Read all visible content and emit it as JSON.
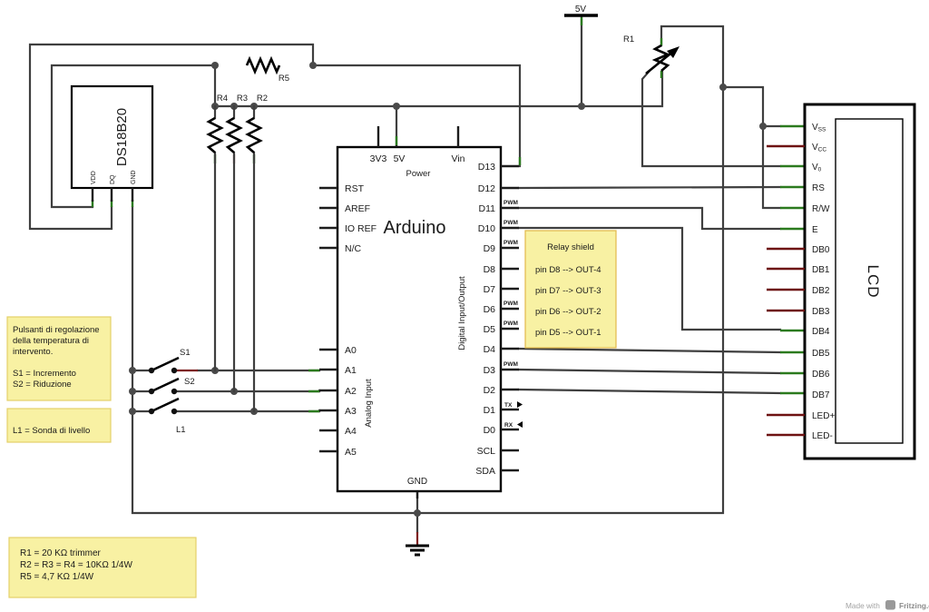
{
  "colors": {
    "wire": "#3f3f3f",
    "stub": "#1c1c1c",
    "green": "#2b7a1e",
    "red": "#6e1212",
    "dot": "#4a4a4a",
    "note_fill": "#f8f1a3",
    "note_border": "#e4d06a",
    "relay_note_border": "#e2b94b",
    "footer_gray": "#a3a3a3"
  },
  "power": {
    "v5_label": "5V"
  },
  "resistors": {
    "r1": "R1",
    "r2": "R2",
    "r3": "R3",
    "r4": "R4",
    "r5": "R5"
  },
  "switches": {
    "s1": "S1",
    "s2": "S2",
    "l1": "L1"
  },
  "ds18b20": {
    "title": "DS18B20",
    "pins": [
      "VDD",
      "DQ",
      "GND"
    ]
  },
  "arduino": {
    "title": "Arduino",
    "power_group": "Power",
    "top_pins": [
      "3V3",
      "5V",
      "Vin"
    ],
    "left_pins": [
      "RST",
      "AREF",
      "IO REF",
      "N/C"
    ],
    "analog_pins": [
      "A0",
      "A1",
      "A2",
      "A3",
      "A4",
      "A5"
    ],
    "right_pins": [
      "D13",
      "D12",
      "D11",
      "D10",
      "D9",
      "D8",
      "D7",
      "D6",
      "D5",
      "D4",
      "D3",
      "D2",
      "D1",
      "D0",
      "SCL",
      "SDA"
    ],
    "gnd_label": "GND",
    "analog_label": "Analog Input",
    "digital_label": "Digital Input/Output",
    "pwm_label": "PWM",
    "tx_label": "TX",
    "rx_label": "RX"
  },
  "lcd": {
    "title": "LCD",
    "pins": [
      {
        "main": "V",
        "sub": "SS"
      },
      {
        "main": "V",
        "sub": "CC"
      },
      {
        "main": "V",
        "sub": "0"
      },
      {
        "label": "RS"
      },
      {
        "label": "R/W"
      },
      {
        "label": "E"
      },
      {
        "label": "DB0"
      },
      {
        "label": "DB1"
      },
      {
        "label": "DB2"
      },
      {
        "label": "DB3"
      },
      {
        "label": "DB4"
      },
      {
        "label": "DB5"
      },
      {
        "label": "DB6"
      },
      {
        "label": "DB7"
      },
      {
        "label": "LED+"
      },
      {
        "label": "LED-"
      }
    ]
  },
  "notes": {
    "buttons": {
      "lines": [
        "Pulsanti di regolazione",
        "della temperatura di",
        "intervento.",
        "S1 = Incremento",
        "S2 = Riduzione"
      ]
    },
    "level": {
      "text": "L1 = Sonda di livello"
    },
    "relay": {
      "title": "Relay shield",
      "lines": [
        "pin D8 --> OUT-4",
        "pin D7 --> OUT-3",
        "pin D6 --> OUT-2",
        "pin D5 --> OUT-1"
      ]
    },
    "values": {
      "lines": [
        "R1 = 20 KΩ trimmer",
        "R2 = R3 = R4 = 10KΩ 1/4W",
        "R5 = 4,7 KΩ 1/4W"
      ]
    }
  },
  "footer": {
    "made_with": "Made with",
    "brand": "Fritzing.org"
  }
}
